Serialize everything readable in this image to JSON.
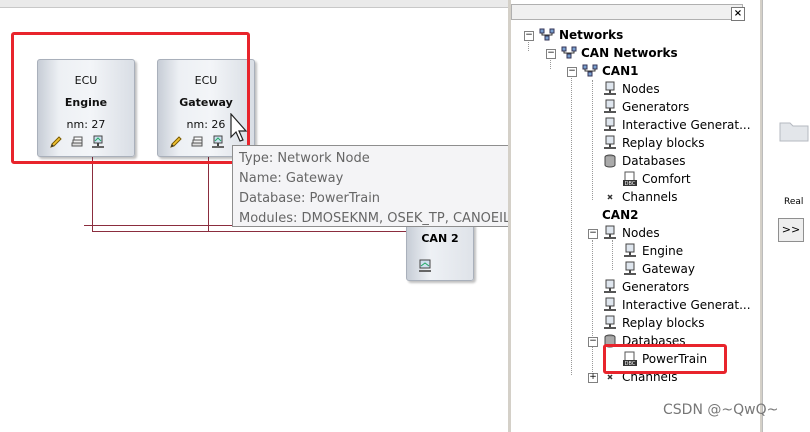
{
  "canvas": {
    "nodes": [
      {
        "type": "ECU",
        "name": "Engine",
        "nm": "nm: 27"
      },
      {
        "type": "ECU",
        "name": "Gateway",
        "nm": "nm: 26"
      }
    ],
    "bus_label": "CAN 2"
  },
  "tooltip": {
    "lines": [
      "Type: Network Node",
      "Name: Gateway",
      "Database: PowerTrain",
      "Modules: DMOSEKNM, OSEK_TP, CANOEILNLVECTOR"
    ]
  },
  "tree": {
    "networks": "Networks",
    "can_networks": "CAN Networks",
    "can1": {
      "label": "CAN1",
      "items": [
        "Nodes",
        "Generators",
        "Interactive Generat...",
        "Replay blocks",
        "Databases"
      ],
      "database": "Comfort",
      "channels": "Channels"
    },
    "can2": {
      "label": "CAN2",
      "nodes_label": "Nodes",
      "nodes": [
        "Engine",
        "Gateway"
      ],
      "items": [
        "Generators",
        "Interactive Generat...",
        "Replay blocks",
        "Databases"
      ],
      "database": "PowerTrain",
      "channels": "Channels"
    }
  },
  "right_panel": {
    "real_label": "Real",
    "button_label": ">>"
  },
  "watermark": "CSDN @~QwQ~",
  "colors": {
    "highlight": "#e8242c",
    "wire": "#8b2d3e"
  }
}
